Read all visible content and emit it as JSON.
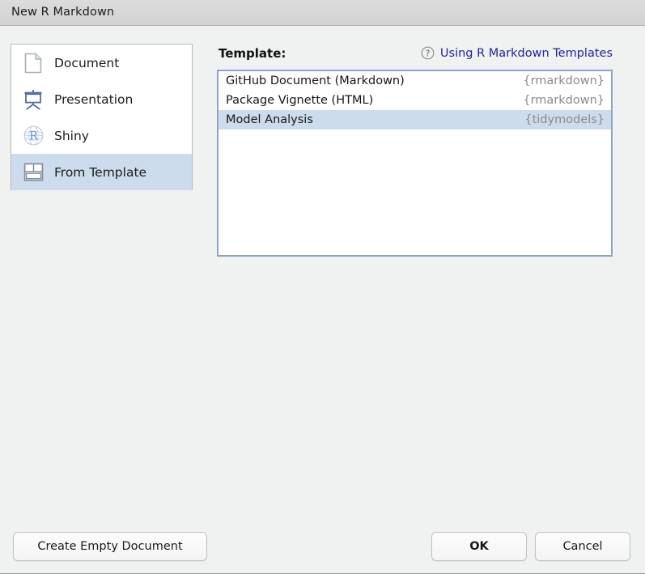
{
  "window": {
    "title": "New R Markdown"
  },
  "sidebar": {
    "items": [
      {
        "label": "Document",
        "icon": "page-icon",
        "selected": false
      },
      {
        "label": "Presentation",
        "icon": "presentation-icon",
        "selected": false
      },
      {
        "label": "Shiny",
        "icon": "shiny-r-icon",
        "selected": false
      },
      {
        "label": "From Template",
        "icon": "template-grid-icon",
        "selected": true
      }
    ]
  },
  "main": {
    "template_label": "Template:",
    "help_link": "Using R Markdown Templates",
    "help_icon": "question-circle-icon",
    "templates": [
      {
        "name": "GitHub Document (Markdown)",
        "package": "{rmarkdown}",
        "selected": false
      },
      {
        "name": "Package Vignette (HTML)",
        "package": "{rmarkdown}",
        "selected": false
      },
      {
        "name": "Model Analysis",
        "package": "{tidymodels}",
        "selected": true
      }
    ]
  },
  "footer": {
    "create_empty_label": "Create Empty Document",
    "ok_label": "OK",
    "cancel_label": "Cancel"
  },
  "colors": {
    "selection": "#ccdcec",
    "link": "#22229b",
    "listbox_border": "#8ca3c8",
    "package_text": "#8b8b8b",
    "window_bg": "#f0f1f1"
  }
}
